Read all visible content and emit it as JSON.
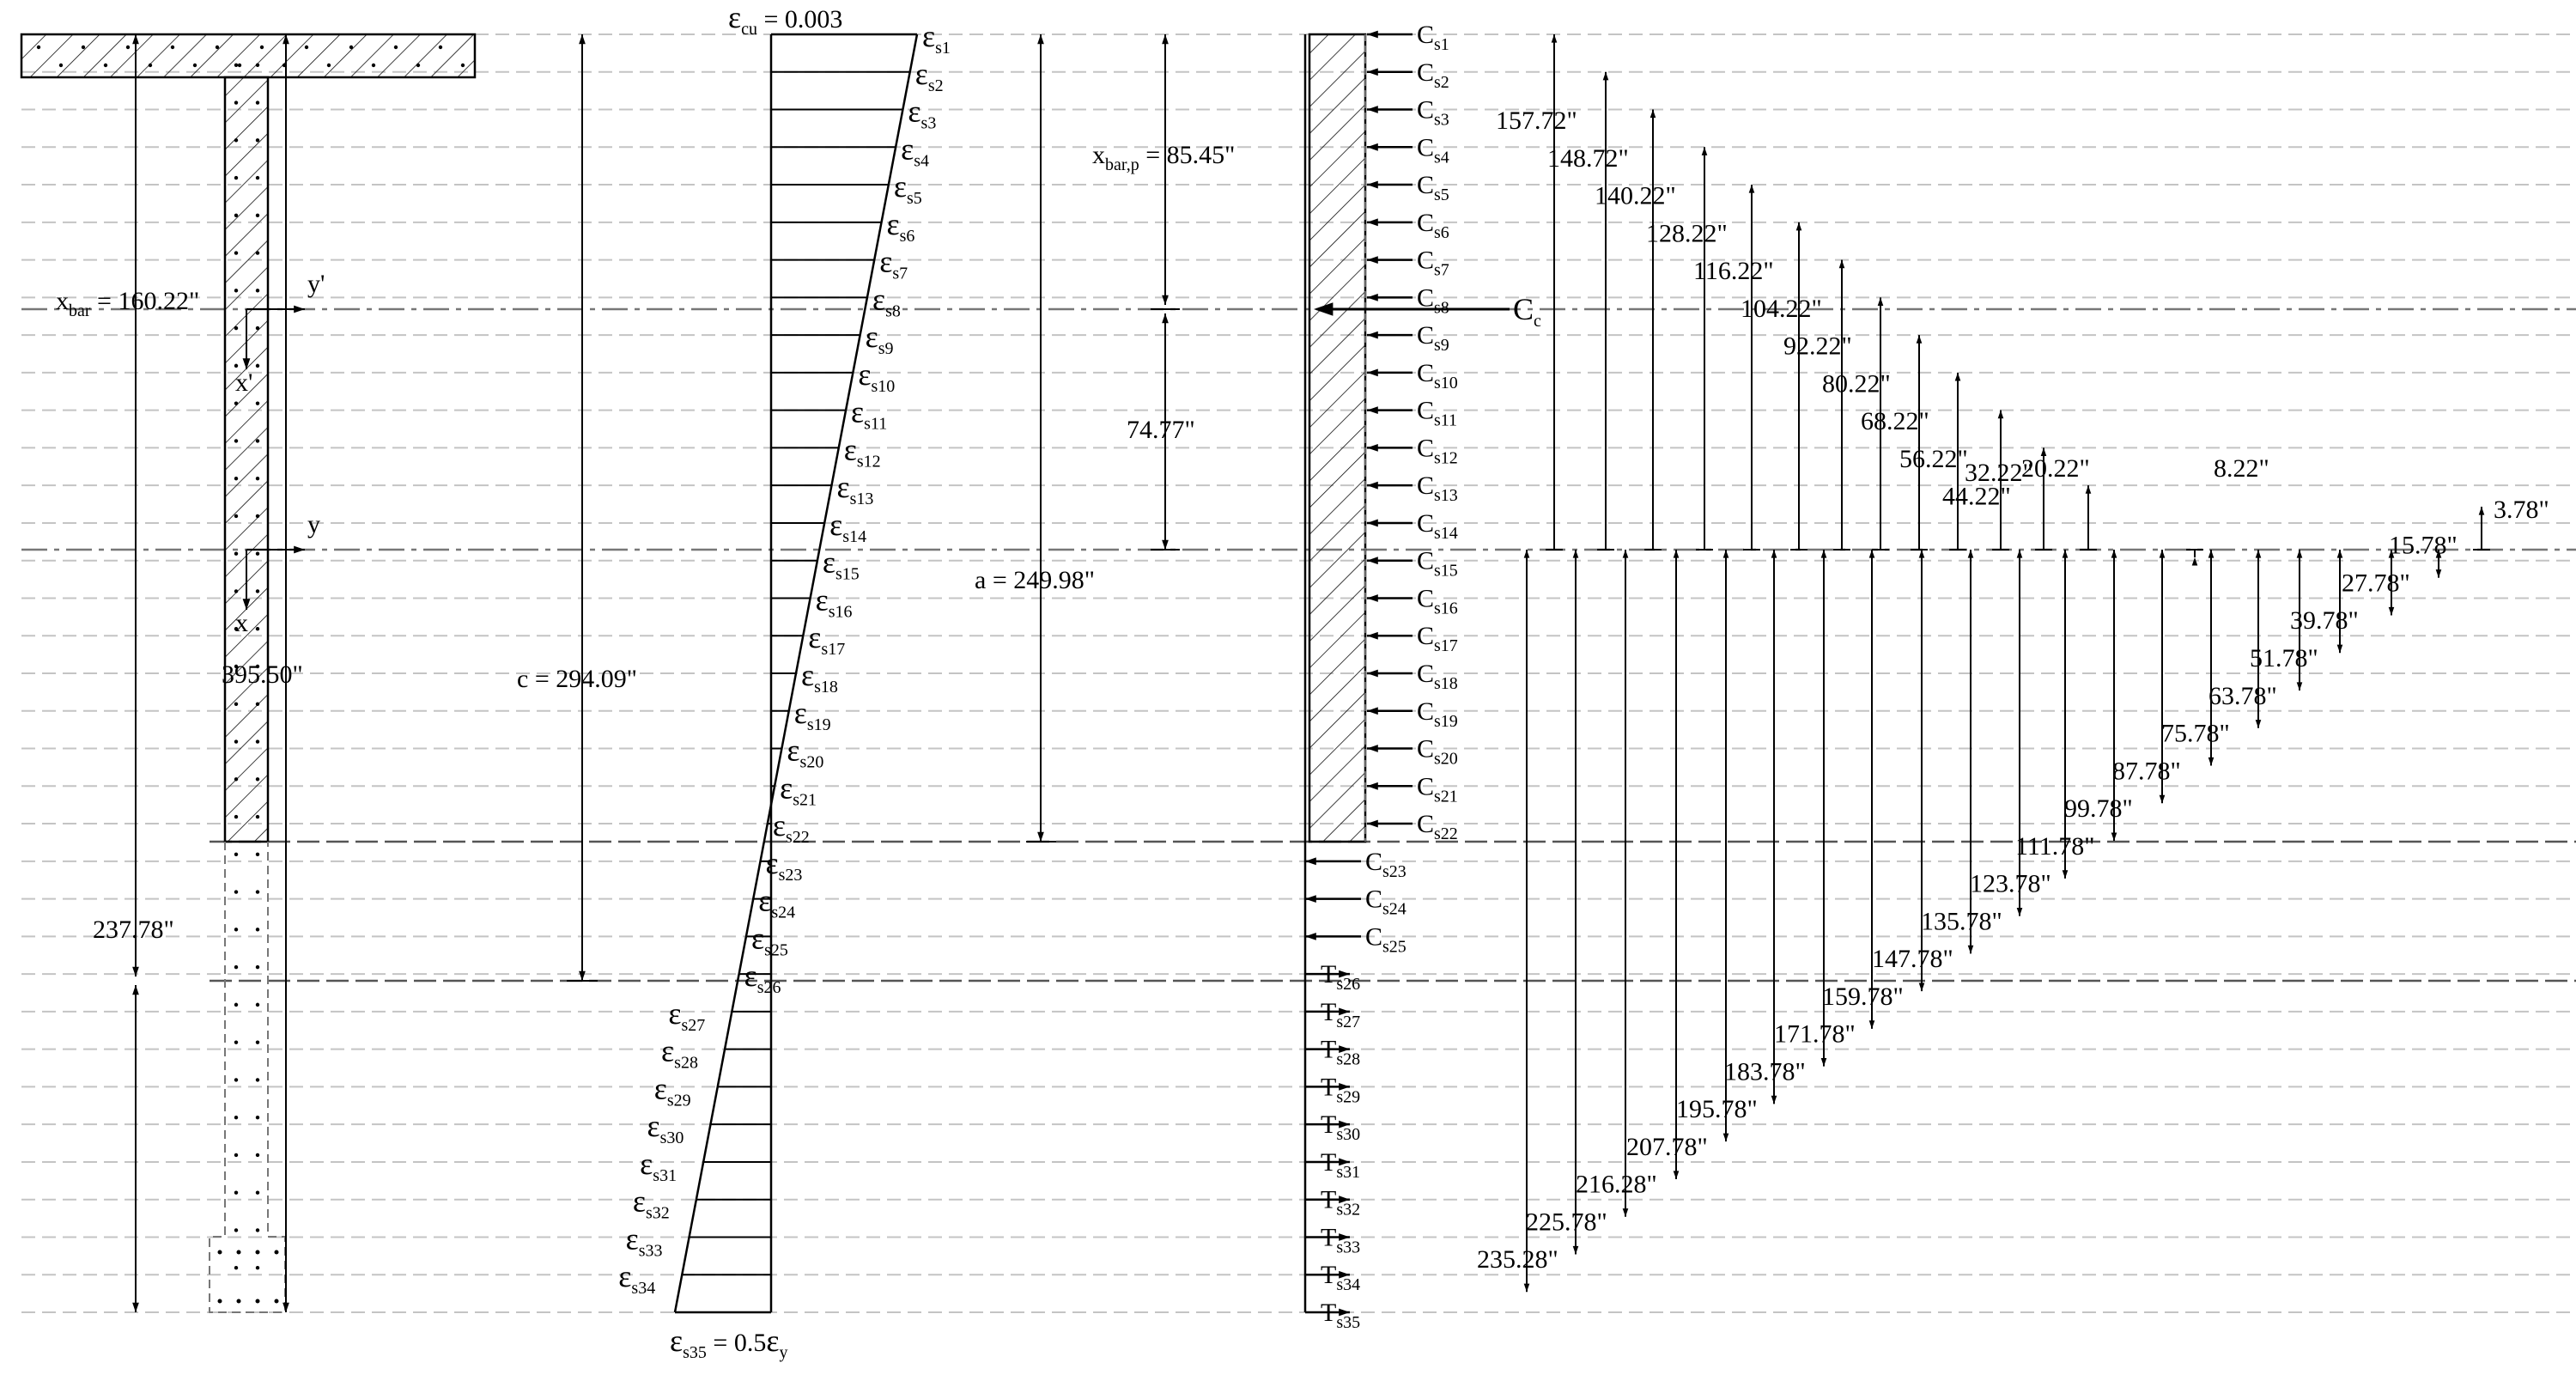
{
  "colors": {
    "line": "#000000",
    "grid": "#bfbfbf",
    "axis": "#808080"
  },
  "section": {
    "xbar_label": "x",
    "xbar_sub": "bar",
    "xbar_value": " = 160.22\"",
    "height_total": "395.50\"",
    "bottom_dim": "237.78\"",
    "axis_y_prime": "y'",
    "axis_x_prime": "x'",
    "axis_y": "y",
    "axis_x": "x"
  },
  "strain": {
    "top_sym": "ε",
    "top_sub": "cu",
    "top_value": " = 0.003",
    "bottom_sym": "ε",
    "bottom_sub": "s35",
    "bottom_value": " = 0.5",
    "bottom_tail_sym": "ε",
    "bottom_tail_sub": "y",
    "c_dim": "c = 294.09\"",
    "a_dim": "a = 249.98\"",
    "xbarp_label": "x",
    "xbarp_sub": "bar,p",
    "xbarp_value": " = 85.45\"",
    "dim_74": "74.77\"",
    "eps_sym": "ε",
    "layers": [
      "s1",
      "s2",
      "s3",
      "s4",
      "s5",
      "s6",
      "s7",
      "s8",
      "s9",
      "s10",
      "s11",
      "s12",
      "s13",
      "s14",
      "s15",
      "s16",
      "s17",
      "s18",
      "s19",
      "s20",
      "s21",
      "s22",
      "s23",
      "s24",
      "s25",
      "s26",
      "s27",
      "s28",
      "s29",
      "s30",
      "s31",
      "s32",
      "s33",
      "s34"
    ]
  },
  "forces": {
    "cc_label": "C",
    "cc_sub": "c",
    "c_prefix": "C",
    "t_prefix": "T",
    "compression": [
      "s1",
      "s2",
      "s3",
      "s4",
      "s5",
      "s6",
      "s7",
      "s8",
      "s9",
      "s10",
      "s11",
      "s12",
      "s13",
      "s14",
      "s15",
      "s16",
      "s17",
      "s18",
      "s19",
      "s20",
      "s21",
      "s22",
      "s23",
      "s24",
      "s25"
    ],
    "tension": [
      "s26",
      "s27",
      "s28",
      "s29",
      "s30",
      "s31",
      "s32",
      "s33",
      "s34",
      "s35"
    ]
  },
  "arms_upper": [
    "157.72\"",
    "148.72\"",
    "140.22\"",
    "128.22\"",
    "116.22\"",
    "104.22\"",
    "92.22\"",
    "80.22\"",
    "68.22\"",
    "56.22\"",
    "44.22\"",
    "32.22\"",
    "20.22\"",
    "8.22\"",
    "3.78\""
  ],
  "arms_lower": [
    "235.28\"",
    "225.78\"",
    "216.28\"",
    "207.78\"",
    "195.78\"",
    "183.78\"",
    "171.78\"",
    "159.78\"",
    "147.78\"",
    "135.78\"",
    "123.78\"",
    "111.78\"",
    "99.78\"",
    "87.78\"",
    "75.78\"",
    "63.78\"",
    "51.78\"",
    "39.78\"",
    "27.78\"",
    "15.78\""
  ]
}
